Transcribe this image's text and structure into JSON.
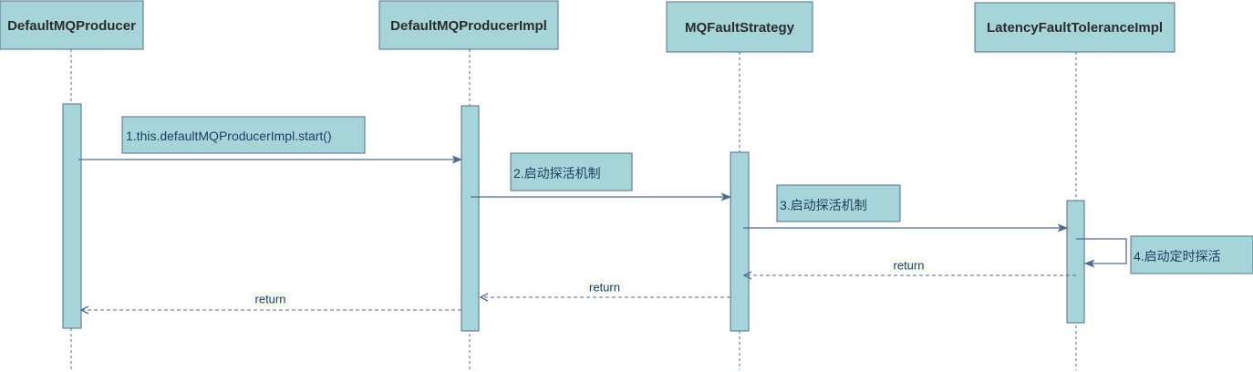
{
  "colors": {
    "box_fill": "#a6d5d9",
    "box_stroke": "#4d6d8f",
    "lifeline": "#4d6d8f",
    "arrow": "#4d6d8f",
    "text": "#1f3f63",
    "return_label_bg": "#f4faf0"
  },
  "participants": [
    {
      "id": "p1",
      "label": "DefaultMQProducer"
    },
    {
      "id": "p2",
      "label": "DefaultMQProducerImpl"
    },
    {
      "id": "p3",
      "label": "MQFaultStrategy"
    },
    {
      "id": "p4",
      "label": "LatencyFaultToleranceImpl"
    }
  ],
  "messages": [
    {
      "from": "p1",
      "to": "p2",
      "label": "1.this.defaultMQProducerImpl.start()"
    },
    {
      "from": "p2",
      "to": "p3",
      "label": "2.启动探活机制"
    },
    {
      "from": "p3",
      "to": "p4",
      "label": "3.启动探活机制"
    },
    {
      "from": "p4",
      "to": "p4",
      "label": "4.启动定时探活"
    }
  ],
  "returns": [
    {
      "from": "p4",
      "to": "p3",
      "label": "return"
    },
    {
      "from": "p3",
      "to": "p2",
      "label": "return"
    },
    {
      "from": "p2",
      "to": "p1",
      "label": "return"
    }
  ]
}
